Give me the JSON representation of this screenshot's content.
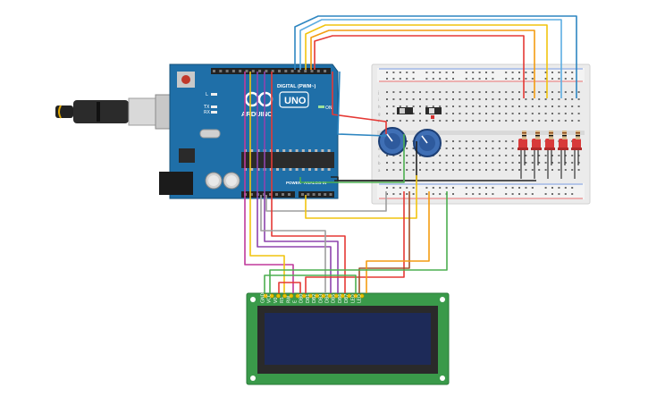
{
  "arduino": {
    "logo_text": "ARDUINO",
    "model": "UNO",
    "digital_label": "DIGITAL (PWM~)",
    "power_label": "POWER",
    "analog_label": "ANALOG IN",
    "led_labels": [
      "L",
      "TX",
      "RX"
    ],
    "on_label": "ON",
    "board_color": "#1f6fa8"
  },
  "breadboard": {
    "row_letters_top": [
      "j",
      "i",
      "h",
      "g",
      "f"
    ],
    "row_letters_bottom": [
      "e",
      "d",
      "c",
      "b",
      "a"
    ]
  },
  "lcd": {
    "pcb_color": "#3a9a4a",
    "screen_color": "#1d2a58",
    "pin_labels": [
      "GND",
      "VCC",
      "V0",
      "RS",
      "RW",
      "E",
      "DB0",
      "DB1",
      "DB2",
      "DB3",
      "DB4",
      "DB5",
      "DB6",
      "DB7",
      "LED",
      "LED"
    ]
  },
  "components": {
    "potentiometers": 2,
    "slide_switches": 2,
    "leds": 5,
    "led_color": "#d83a3a"
  },
  "wire_colors": {
    "red": "#e53935",
    "orange": "#f39c12",
    "yellow": "#f1c40f",
    "lightblue": "#5dade2",
    "blue": "#2e86c1",
    "purple": "#8e44ad",
    "magenta": "#c0399b",
    "gray": "#9e9e9e",
    "green": "#4caf50",
    "brown": "#a0522d",
    "black": "#222222"
  }
}
